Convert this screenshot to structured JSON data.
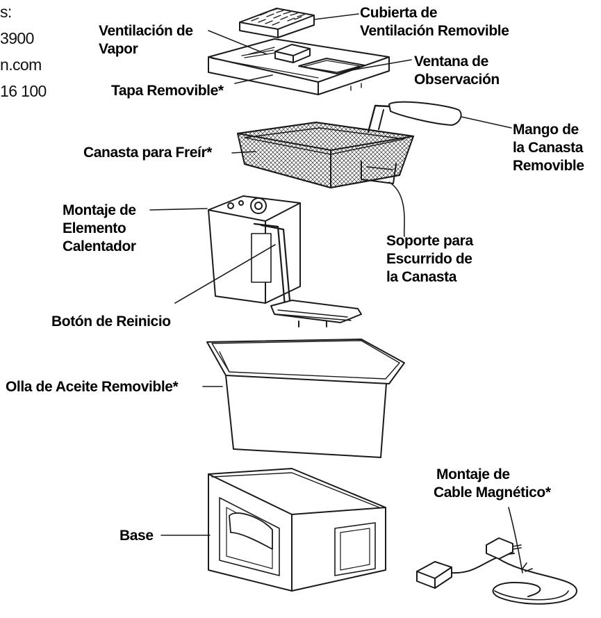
{
  "partial_text": {
    "lines": [
      "s:",
      "3900",
      "n.com",
      "16 100"
    ]
  },
  "labels": {
    "cubierta": [
      "Cubierta de",
      "Ventilación Removible"
    ],
    "ventilacion": [
      "Ventilación de",
      "Vapor"
    ],
    "ventana": [
      "Ventana de",
      "Observación"
    ],
    "tapa": [
      "Tapa Removible*"
    ],
    "canasta": [
      "Canasta para Freír*"
    ],
    "mango": [
      "Mango de",
      "la Canasta",
      "Removible"
    ],
    "montaje_elemento": [
      "Montaje de",
      "Elemento",
      "Calentador"
    ],
    "soporte": [
      "Soporte para",
      "Escurrido de",
      "la Canasta"
    ],
    "boton": [
      "Botón de Reinicio"
    ],
    "olla": [
      "Olla de Aceite Removible*"
    ],
    "base": [
      "Base"
    ],
    "cable": [
      "Montaje de",
      "Cable Magnético*"
    ]
  },
  "colors": {
    "line": "#1a1a1a",
    "fill": "#ffffff",
    "shade": "#e9e9e9"
  }
}
